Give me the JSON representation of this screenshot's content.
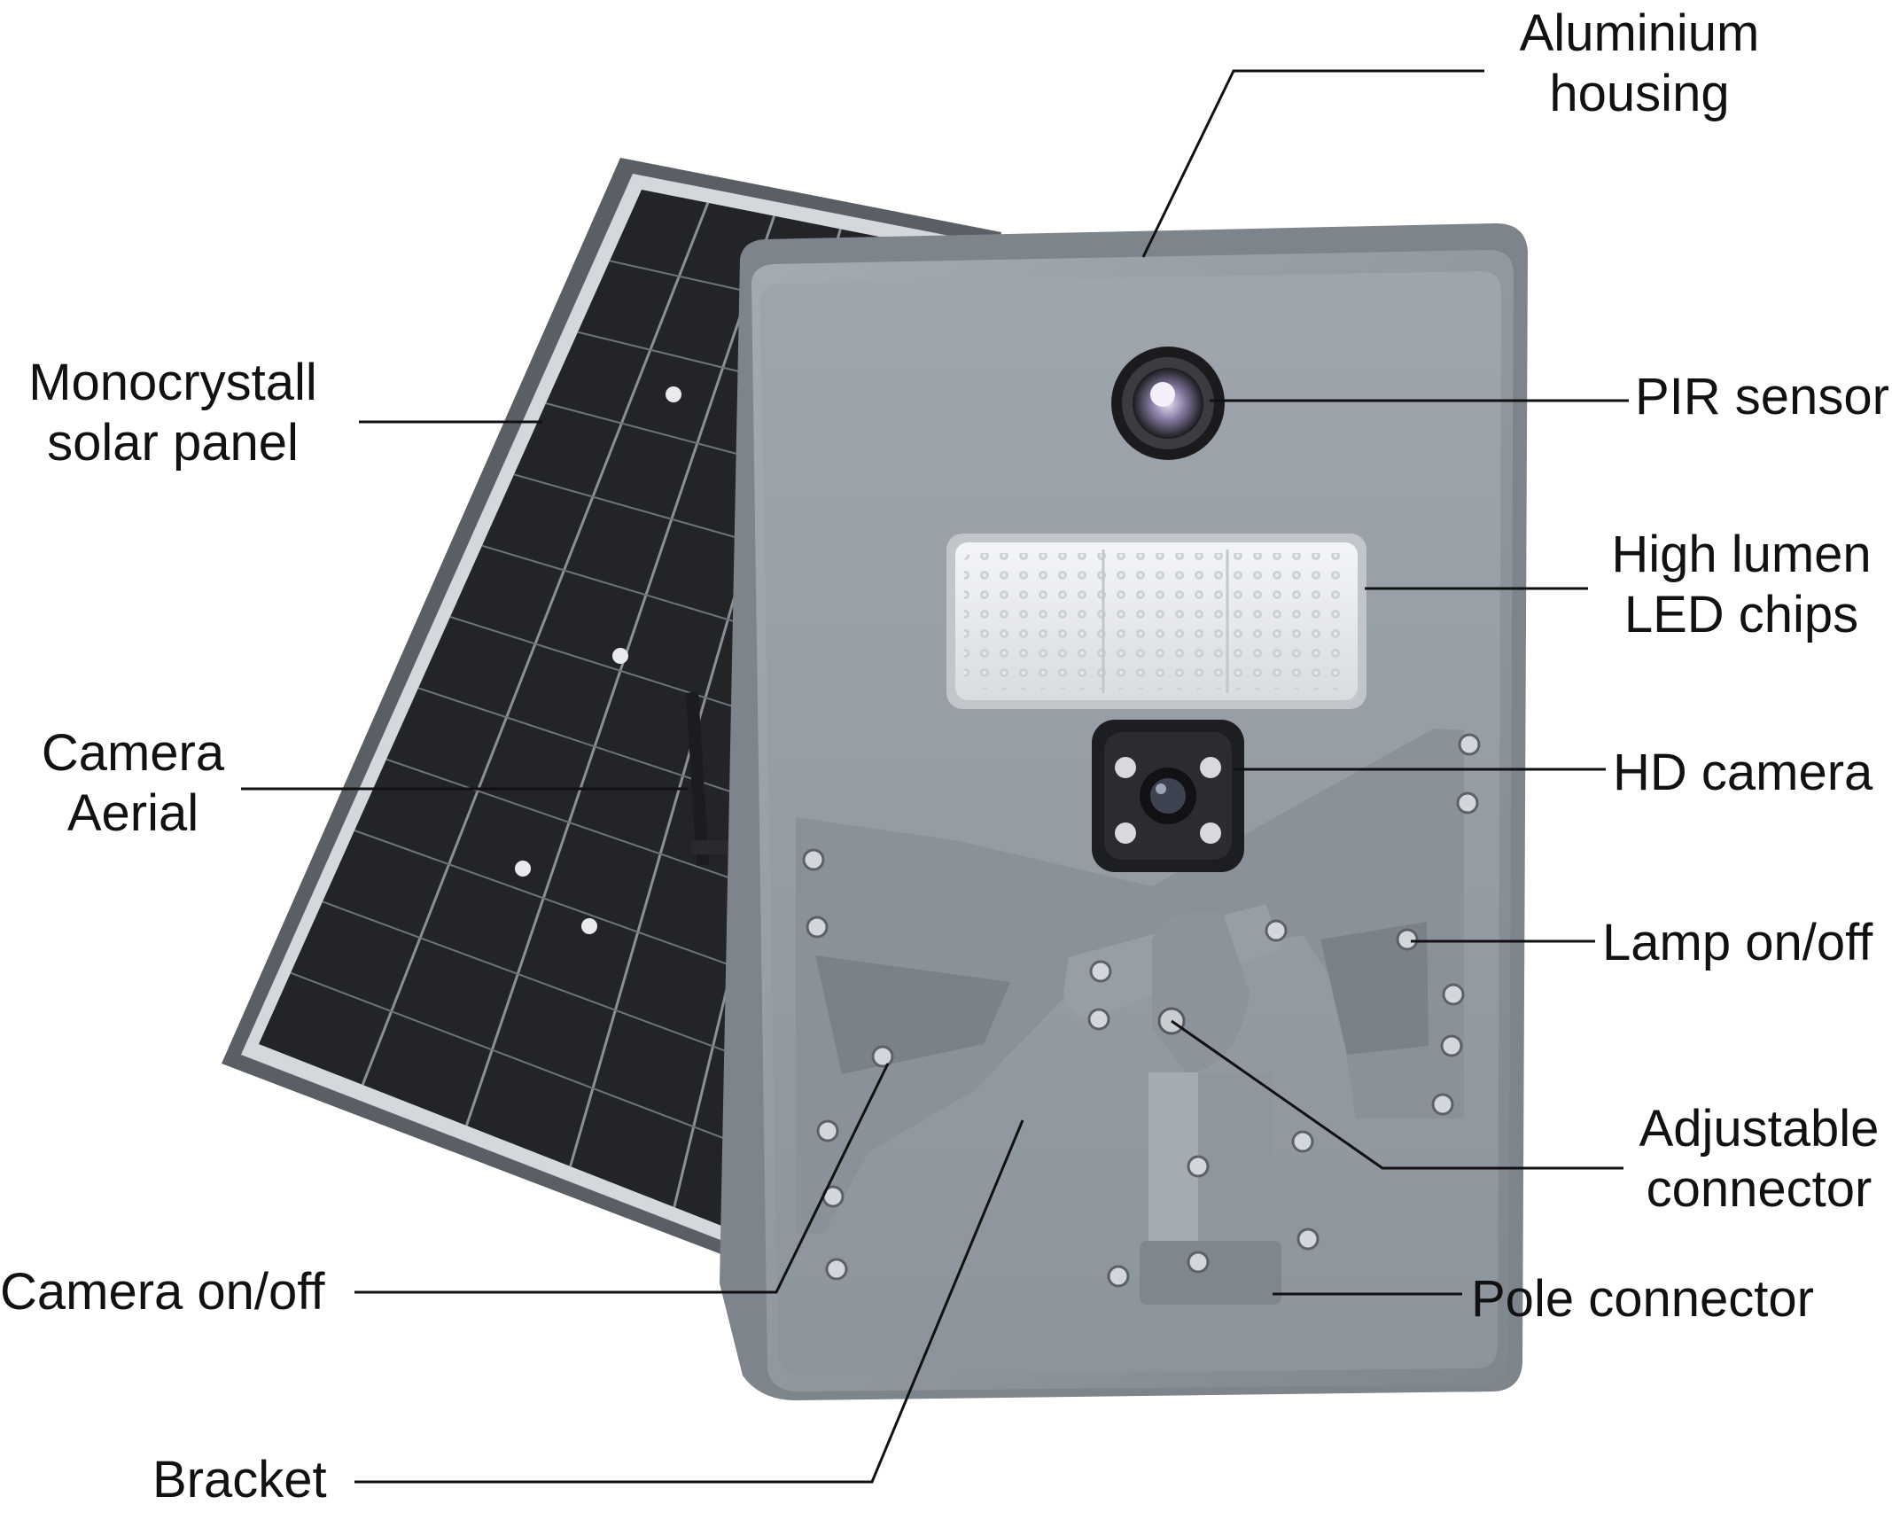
{
  "colors": {
    "panel_frame": "#4a4e55",
    "solar_cell": "#26272b",
    "housing": "#8e959c",
    "housing_face": "#98a0a8",
    "bracket": "#858c94",
    "leader": "#111111",
    "text": "#111111"
  },
  "labels": {
    "aluminium_housing": [
      "Aluminium",
      "housing"
    ],
    "monocrystall_panel": [
      "Monocrystall",
      "solar panel"
    ],
    "pir_sensor": "PIR sensor",
    "led_chips": [
      "High lumen",
      "LED chips"
    ],
    "hd_camera": "HD camera",
    "camera_aerial": [
      "Camera",
      "Aerial"
    ],
    "lamp_onoff": "Lamp on/off",
    "adjustable_connector": [
      "Adjustable",
      "connector"
    ],
    "camera_onoff": "Camera on/off",
    "pole_connector": "Pole connector",
    "bracket": "Bracket"
  }
}
